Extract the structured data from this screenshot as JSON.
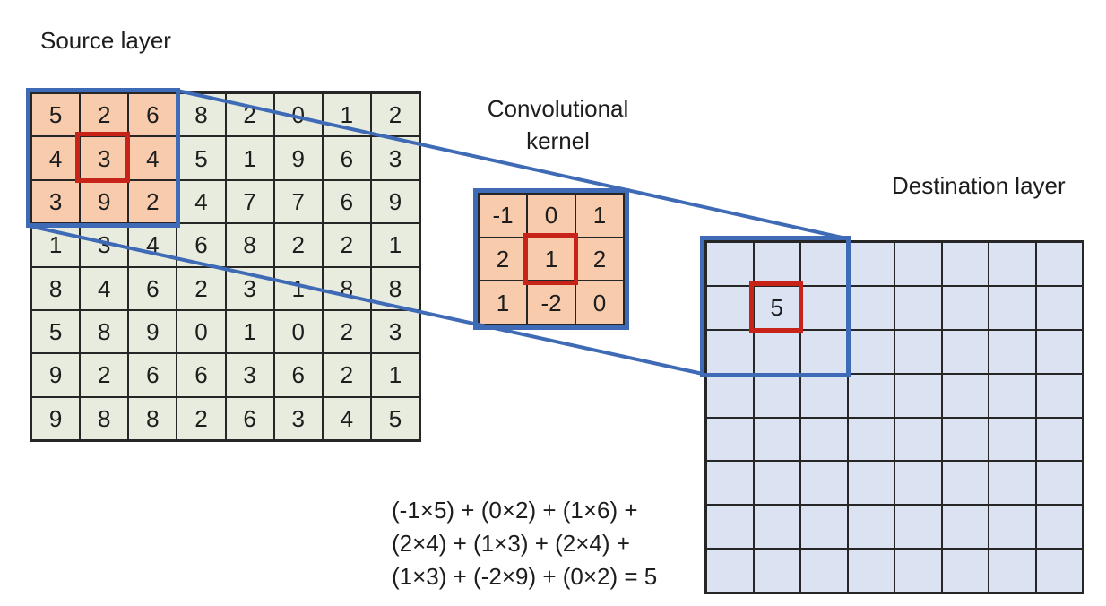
{
  "labels": {
    "source": "Source layer",
    "kernel": "Convolutional kernel",
    "destination": "Destination layer"
  },
  "source_grid": {
    "rows": 8,
    "cols": 8,
    "cells": [
      [
        5,
        2,
        6,
        8,
        2,
        0,
        1,
        2
      ],
      [
        4,
        3,
        4,
        5,
        1,
        9,
        6,
        3
      ],
      [
        3,
        9,
        2,
        4,
        7,
        7,
        6,
        9
      ],
      [
        1,
        3,
        4,
        6,
        8,
        2,
        2,
        1
      ],
      [
        8,
        4,
        6,
        2,
        3,
        1,
        8,
        8
      ],
      [
        5,
        8,
        9,
        0,
        1,
        0,
        2,
        3
      ],
      [
        9,
        2,
        6,
        6,
        3,
        6,
        2,
        1
      ],
      [
        9,
        8,
        8,
        2,
        6,
        3,
        4,
        5
      ]
    ],
    "highlight_patch": {
      "row_start": 0,
      "row_end": 2,
      "col_start": 0,
      "col_end": 2
    },
    "red_boxed_cell": {
      "row": 1,
      "col": 1,
      "value": 3
    }
  },
  "kernel_grid": {
    "rows": 3,
    "cols": 3,
    "cells": [
      [
        -1,
        0,
        1
      ],
      [
        2,
        1,
        2
      ],
      [
        1,
        -2,
        0
      ]
    ],
    "red_boxed_cell": {
      "row": 1,
      "col": 1,
      "value": 1
    }
  },
  "destination_grid": {
    "rows": 8,
    "cols": 8,
    "cells": [
      [
        "",
        "",
        "",
        "",
        "",
        "",
        "",
        ""
      ],
      [
        "",
        "5",
        "",
        "",
        "",
        "",
        "",
        ""
      ],
      [
        "",
        "",
        "",
        "",
        "",
        "",
        "",
        ""
      ],
      [
        "",
        "",
        "",
        "",
        "",
        "",
        "",
        ""
      ],
      [
        "",
        "",
        "",
        "",
        "",
        "",
        "",
        ""
      ],
      [
        "",
        "",
        "",
        "",
        "",
        "",
        "",
        ""
      ],
      [
        "",
        "",
        "",
        "",
        "",
        "",
        "",
        ""
      ],
      [
        "",
        "",
        "",
        "",
        "",
        "",
        "",
        ""
      ]
    ],
    "red_boxed_cell": {
      "row": 1,
      "col": 1,
      "value": 5
    }
  },
  "formula": {
    "lines": [
      "(-1×5) + (0×2) + (1×6) +",
      "(2×4) + (1×3) + (2×4) +",
      "(1×3) + (-2×9) + (0×2) = 5"
    ]
  },
  "colors": {
    "source_cell": "#e7ecdf",
    "patch_cell": "#f8cbad",
    "kernel_cell": "#f8cbad",
    "destination_cell": "#dbe2f2",
    "highlight_blue": "#3f6ab6",
    "highlight_red": "#c72318",
    "grid_line": "#262626",
    "text": "#1d1d1d"
  }
}
